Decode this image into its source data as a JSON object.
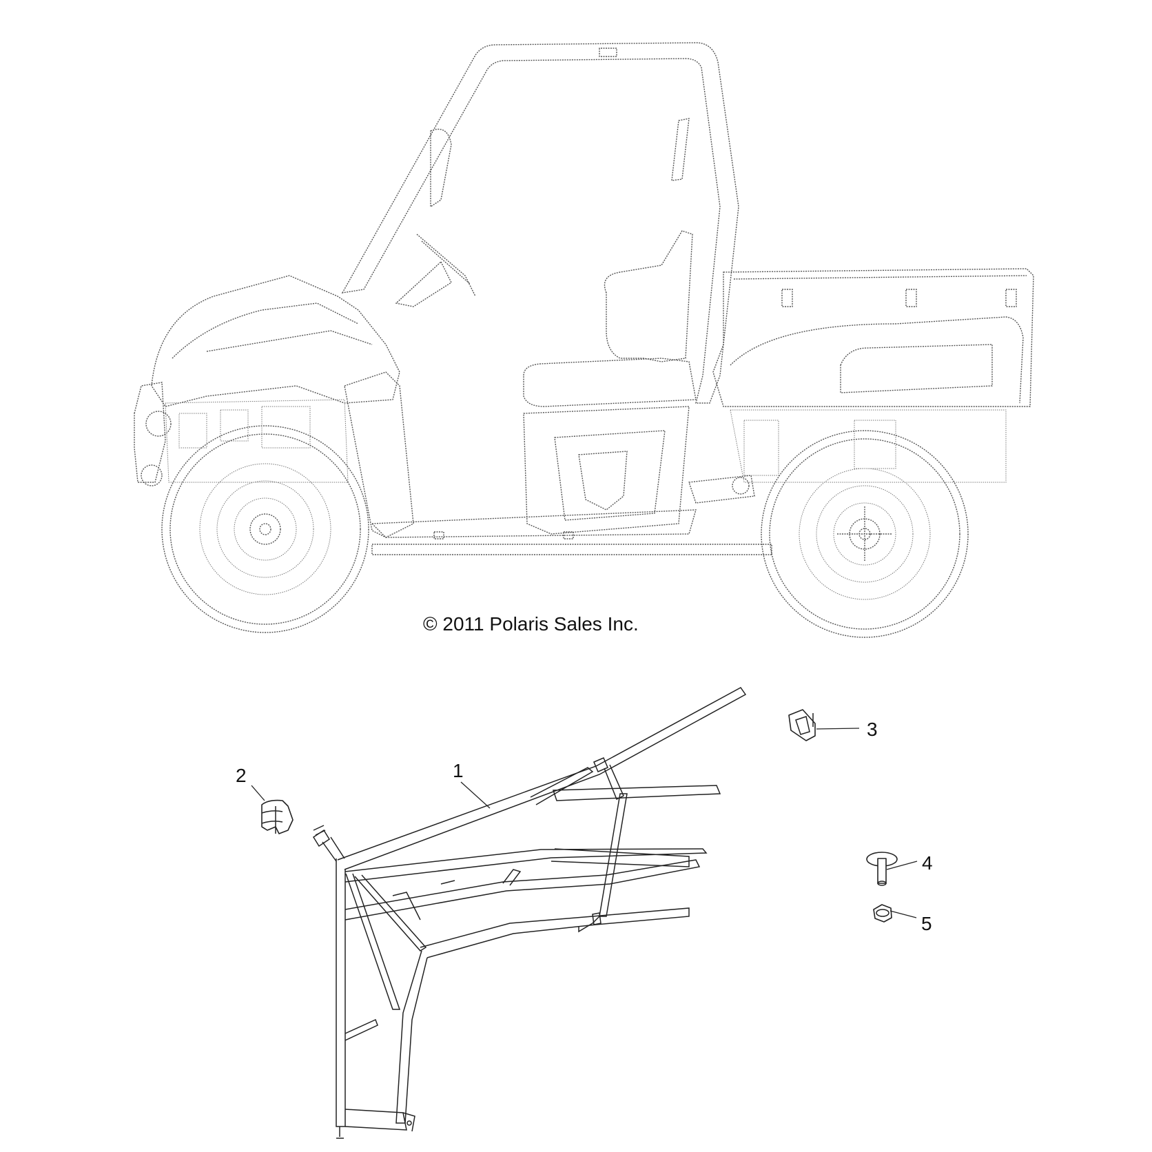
{
  "diagram": {
    "type": "exploded parts diagram",
    "subject": "UTV side-view with door/frame assembly parts",
    "copyright": "© 2011 Polaris Sales Inc.",
    "callouts": [
      {
        "number": "1",
        "part": "frame-tube-assembly"
      },
      {
        "number": "2",
        "part": "clip"
      },
      {
        "number": "3",
        "part": "bracket"
      },
      {
        "number": "4",
        "part": "bolt"
      },
      {
        "number": "5",
        "part": "nut"
      }
    ]
  }
}
